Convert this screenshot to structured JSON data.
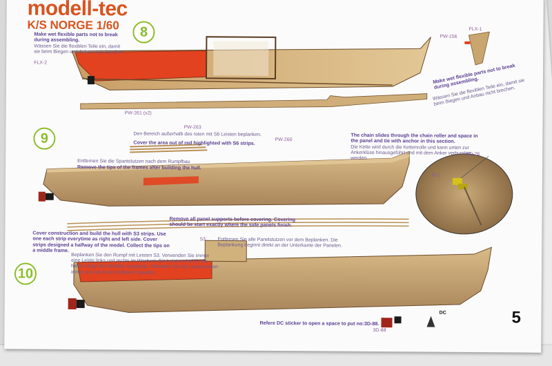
{
  "header": {
    "brand": "modell-tec",
    "model": "K/S NORGE 1/60"
  },
  "page_number": "5",
  "steps": [
    {
      "number": "8",
      "color": "#8bbd2a"
    },
    {
      "number": "9",
      "color": "#8bbd2a"
    },
    {
      "number": "10",
      "color": "#8bbd2a"
    }
  ],
  "notes": {
    "flex_parts_en_1": "Make wet flexible parts not to break during assembling.",
    "flex_parts_de_1": "Wässen Sie die flexiblen Teile ein, damit sie beim Biegen und Anbau nicht brechen.",
    "flex_parts_en_2": "Make wet flexible parts not to break during assembling.",
    "flex_parts_de_2": "Wässen Sie die flexiblen Teile ein, damit sie beim Biegen und Anbau nicht brechen.",
    "cover_red_de": "Den Bereich außerhalb des roten mit S6 Leisten beplanken.",
    "cover_red_en": "Cover the area out of red highlighted with S6 strips.",
    "spant_de": "Entfernen Sie die Spantstutzen nach dem Rumpfbau",
    "spant_en": "Remove the tips of the frames after building the hull.",
    "chain_en": "The chain slides through the chain roller and space in the panel and tie with anchor in this section.",
    "chain_de": "Die Kette wird durch die Kettenrolle und kann unten zur Ankerklüse hinausgeführt und mit dem Anker verbunden werden.",
    "panel_en": "Remove all panel supports before covering. Covering should be start exactly where the side panels finish.",
    "cover_en": "Cover construction and build the hull with S3 strips. Use one each strip everytime as right and left side. Cover strips designed a halfway of the model. Collect the tips on a middle frame.",
    "panel_de": "Entfernen Sie alle Panelstutzen vor dem Beplanken. Die Beplankung beginnt direkt an der Unterkante der Panelen.",
    "cover_de": "Beplanken Sie den Rumpf mit Leisten S3. Verwenden Sie immer eine Leiste links und rechts im Wechsel. Die Leisten sind für die halbe Länge des Modells ausgelegt. Verbinden Sie die Leistenenden immer auf einem der mittleren Spanten.",
    "sticker_en": "Refere DC sticker to open a space to put no:3D-88."
  },
  "part_labels": {
    "flx2": "FLX-2",
    "flx1": "FLX-1",
    "pw156": "PW-156",
    "pw261": "PW-261 (x2)",
    "pw263": "PW-263",
    "pw260": "PW-260",
    "r2": "R-2",
    "d26": "3D-26",
    "s3": "S3",
    "d88": "3D-88",
    "dc": "DC"
  },
  "colors": {
    "brand": "#d8541f",
    "step_circle": "#8bbd2a",
    "note_text": "#5a3f93",
    "wood": "#c9a670",
    "red_highlight": "#e2421f"
  }
}
